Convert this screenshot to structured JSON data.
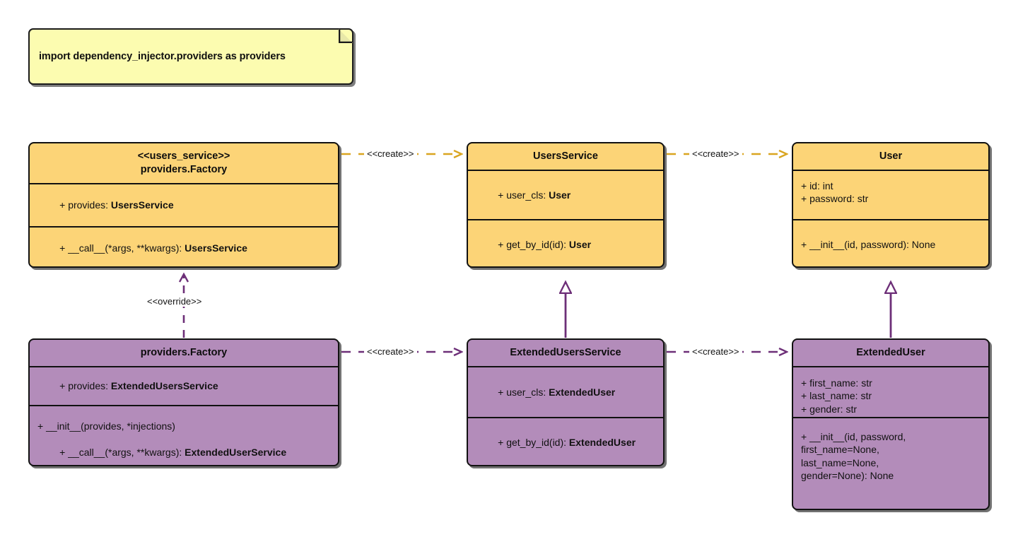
{
  "diagram": {
    "type": "uml-class-diagram",
    "title": "dependency_injector providers factory override",
    "colors": {
      "yellow_fill": "#fcd477",
      "purple_fill": "#b38cba",
      "note_fill": "#fcfcb0",
      "outline": "#111111",
      "yellow_edge": "#d9a520",
      "purple_edge": "#6d2f78",
      "background": "#ffffff"
    }
  },
  "note": {
    "text": "import dependency_injector.providers as providers"
  },
  "classes": {
    "users_service_factory": {
      "stereotype": "<<users_service>>",
      "name": "providers.Factory",
      "color": "yellow",
      "attributes": [
        {
          "prefix": "+ provides: ",
          "type": "UsersService"
        }
      ],
      "methods": [
        {
          "prefix": "+ __call__(*args, **kwargs): ",
          "type": "UsersService"
        }
      ]
    },
    "users_service": {
      "stereotype": "",
      "name": "UsersService",
      "color": "yellow",
      "attributes": [
        {
          "prefix": "+ user_cls: ",
          "type": "User"
        }
      ],
      "methods": [
        {
          "prefix": "+ get_by_id(id): ",
          "type": "User"
        }
      ]
    },
    "user": {
      "stereotype": "",
      "name": "User",
      "color": "yellow",
      "attributes": [
        {
          "prefix": "+ id: int",
          "type": ""
        },
        {
          "prefix": "+ password: str",
          "type": ""
        }
      ],
      "methods": [
        {
          "prefix": "+ __init__(id, password): None",
          "type": ""
        }
      ]
    },
    "extended_factory": {
      "stereotype": "",
      "name": "providers.Factory",
      "color": "purple",
      "attributes": [
        {
          "prefix": "+ provides: ",
          "type": "ExtendedUsersService"
        }
      ],
      "methods": [
        {
          "prefix": "+ __init__(provides, *injections)",
          "type": ""
        },
        {
          "prefix": "+ __call__(*args, **kwargs): ",
          "type": "ExtendedUserService"
        }
      ]
    },
    "extended_users_service": {
      "stereotype": "",
      "name": "ExtendedUsersService",
      "color": "purple",
      "attributes": [
        {
          "prefix": "+ user_cls: ",
          "type": "ExtendedUser"
        }
      ],
      "methods": [
        {
          "prefix": "+ get_by_id(id): ",
          "type": "ExtendedUser"
        }
      ]
    },
    "extended_user": {
      "stereotype": "",
      "name": "ExtendedUser",
      "color": "purple",
      "attributes": [
        {
          "prefix": "+ first_name: str",
          "type": ""
        },
        {
          "prefix": "+ last_name: str",
          "type": ""
        },
        {
          "prefix": "+ gender: str",
          "type": ""
        }
      ],
      "methods": [
        {
          "prefix": "+ __init__(id, password,\nfirst_name=None,\nlast_name=None,\ngender=None): None",
          "type": ""
        }
      ]
    }
  },
  "edges": {
    "create_top_left": {
      "label": "<<create>>",
      "style": "dashed",
      "color": "#d9a520",
      "arrow": "open"
    },
    "create_top_right": {
      "label": "<<create>>",
      "style": "dashed",
      "color": "#d9a520",
      "arrow": "open"
    },
    "create_bottom_left": {
      "label": "<<create>>",
      "style": "dashed",
      "color": "#6d2f78",
      "arrow": "open"
    },
    "create_bottom_right": {
      "label": "<<create>>",
      "style": "dashed",
      "color": "#6d2f78",
      "arrow": "open"
    },
    "override": {
      "label": "<<override>>",
      "style": "dashed",
      "color": "#6d2f78",
      "arrow": "open"
    },
    "inherit_service": {
      "label": "",
      "style": "solid",
      "color": "#6d2f78",
      "arrow": "hollow-triangle"
    },
    "inherit_user": {
      "label": "",
      "style": "solid",
      "color": "#6d2f78",
      "arrow": "hollow-triangle"
    }
  }
}
